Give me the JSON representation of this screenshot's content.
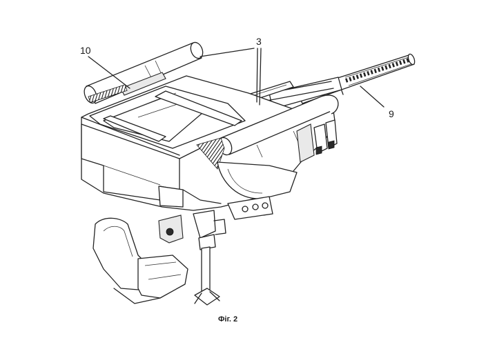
{
  "labels": {
    "part_10": "10",
    "part_3": "3",
    "part_9": "9"
  },
  "caption": "Фіг. 2",
  "colors": {
    "line": "#222222",
    "background": "#ffffff"
  }
}
